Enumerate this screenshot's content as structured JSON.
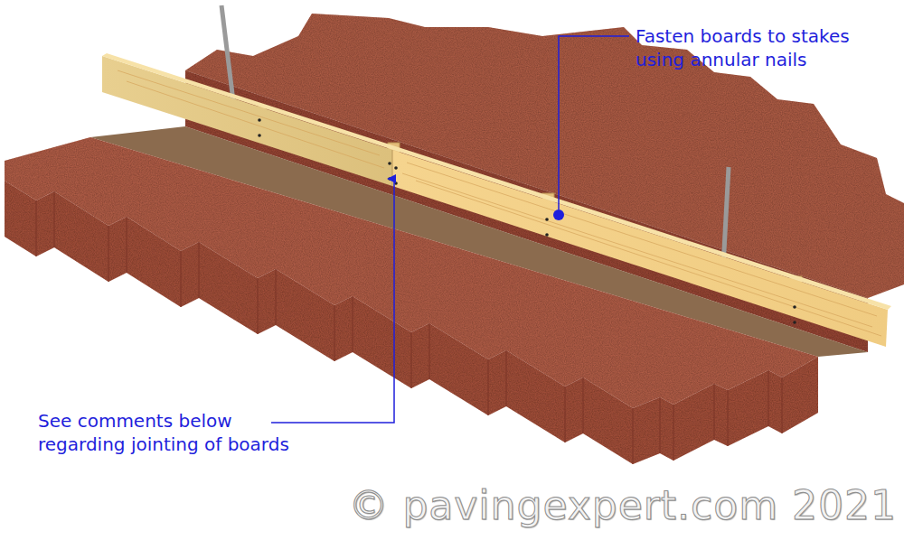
{
  "diagram": {
    "labels": [
      "Fasten boards to stakes using annular nails",
      "See comments below regarding jointing of boards",
      "© pavingexpert.com 2021"
    ]
  }
}
